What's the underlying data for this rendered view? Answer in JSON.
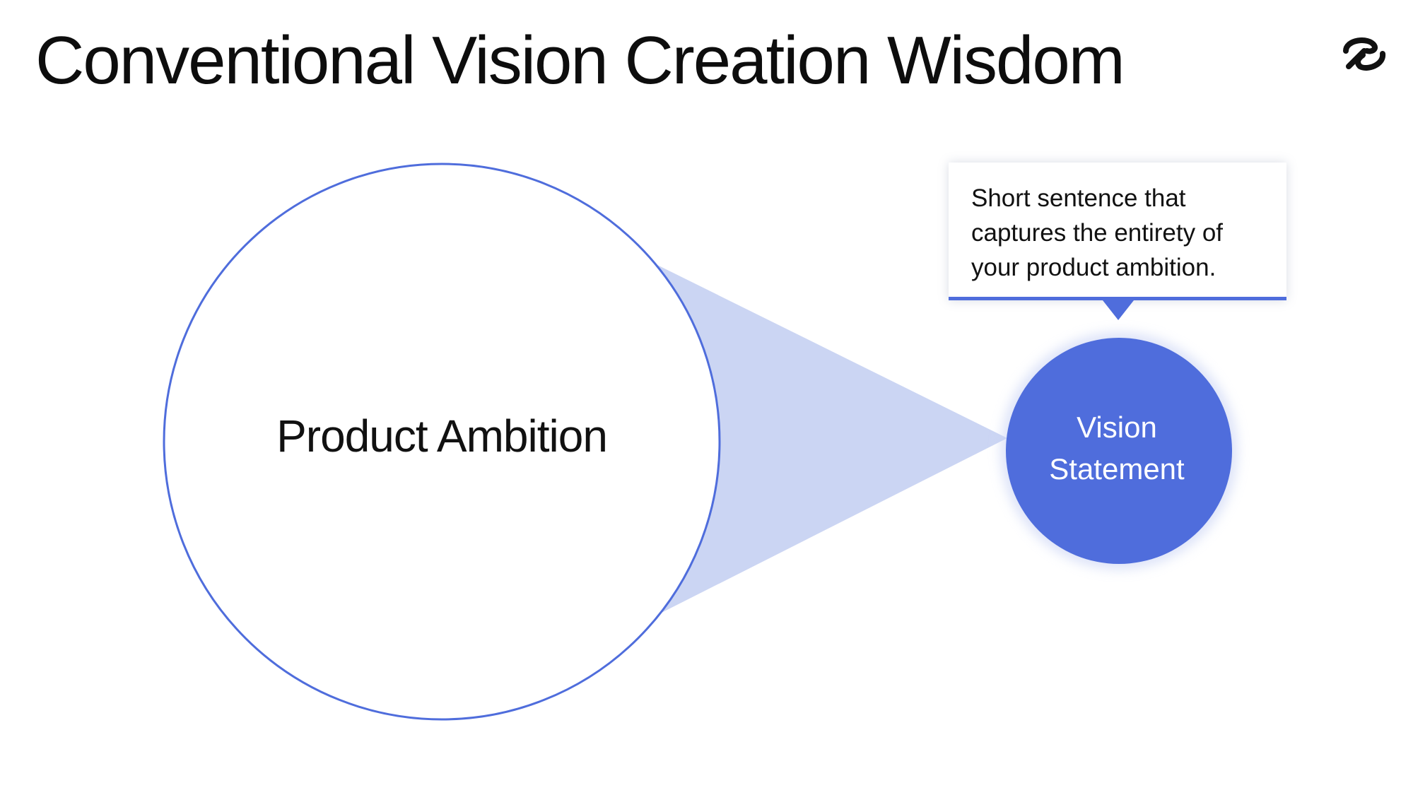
{
  "slide": {
    "title": "Conventional Vision Creation Wisdom"
  },
  "logo": {
    "icon": "brand-logo-icon"
  },
  "diagram": {
    "ambition_label": "Product Ambition",
    "vision_label_line1": "Vision",
    "vision_label_line2": "Statement",
    "callout_lines": [
      "Short sentence that",
      "captures the entirety of",
      "your product ambition."
    ]
  },
  "colors": {
    "accent": "#4f6ddc",
    "cone_fill": "#cbd5f3",
    "text": "#111111",
    "background": "#ffffff"
  }
}
